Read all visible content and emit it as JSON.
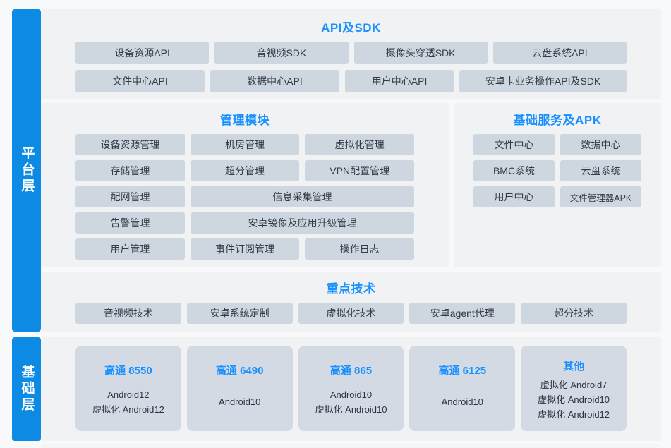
{
  "colors": {
    "accent_blue": "#1890ff",
    "bar_blue": "#0d8ae3",
    "chip_bg": "#ced6e0",
    "panel_bg": "#f1f2f3",
    "page_bg": "#f8f9fa",
    "card_bg": "#d4dae4"
  },
  "layers": {
    "platform": "平台层",
    "base": "基础层"
  },
  "api_panel": {
    "title": "API及SDK",
    "row1": [
      "设备资源API",
      "音视频SDK",
      "摄像头穿透SDK",
      "云盘系统API"
    ],
    "row2": [
      "文件中心API",
      "数据中心API",
      "用户中心API",
      "安卓卡业务操作API及SDK"
    ]
  },
  "manage_panel": {
    "title": "管理模块",
    "row1": [
      "设备资源管理",
      "机房管理",
      "虚拟化管理"
    ],
    "row2": [
      "存储管理",
      "超分管理",
      "VPN配置管理"
    ],
    "row3": [
      "配网管理",
      "信息采集管理"
    ],
    "row4": [
      "告警管理",
      "安卓镜像及应用升级管理"
    ],
    "row5": [
      "用户管理",
      "事件订阅管理",
      "操作日志"
    ]
  },
  "basic_panel": {
    "title": "基础服务及APK",
    "row1": [
      "文件中心",
      "数据中心"
    ],
    "row2": [
      "BMC系统",
      "云盘系统"
    ],
    "row3": [
      "用户中心",
      "文件管理器APK"
    ]
  },
  "tech_panel": {
    "title": "重点技术",
    "items": [
      "音视频技术",
      "安卓系统定制",
      "虚拟化技术",
      "安卓agent代理",
      "超分技术"
    ]
  },
  "base_panel": {
    "cards": [
      {
        "title": "高通 8550",
        "lines": [
          "Android12",
          "虚拟化 Android12"
        ]
      },
      {
        "title": "高通 6490",
        "lines": [
          "Android10"
        ]
      },
      {
        "title": "高通 865",
        "lines": [
          "Android10",
          "虚拟化 Android10"
        ]
      },
      {
        "title": "高通 6125",
        "lines": [
          "Android10"
        ]
      },
      {
        "title": "其他",
        "lines": [
          "虚拟化 Android7",
          "虚拟化 Android10",
          "虚拟化 Android12"
        ]
      }
    ]
  }
}
